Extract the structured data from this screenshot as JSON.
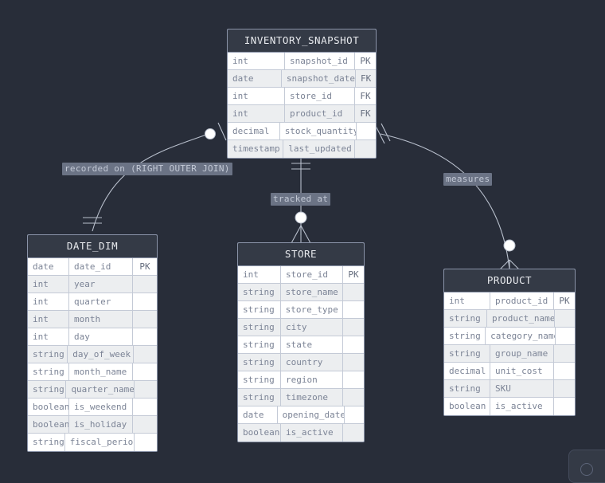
{
  "diagram": {
    "type": "entity-relationship-diagram",
    "background_color": "#282d39",
    "header_color": "#343a46",
    "row_alt_color": "#eceef0",
    "border_color": "#8a93a8",
    "text_color": "#7c8496",
    "edge_color": "#b8bfcc",
    "label_bg_color": "#6b7385"
  },
  "entities": [
    {
      "id": "inventory_snapshot",
      "name": "INVENTORY_SNAPSHOT",
      "attributes": [
        {
          "type": "int",
          "name": "snapshot_id",
          "key": "PK"
        },
        {
          "type": "date",
          "name": "snapshot_date",
          "key": "FK"
        },
        {
          "type": "int",
          "name": "store_id",
          "key": "FK"
        },
        {
          "type": "int",
          "name": "product_id",
          "key": "FK"
        },
        {
          "type": "decimal",
          "name": "stock_quantity",
          "key": ""
        },
        {
          "type": "timestamp",
          "name": "last_updated",
          "key": ""
        }
      ]
    },
    {
      "id": "date_dim",
      "name": "DATE_DIM",
      "attributes": [
        {
          "type": "date",
          "name": "date_id",
          "key": "PK"
        },
        {
          "type": "int",
          "name": "year",
          "key": ""
        },
        {
          "type": "int",
          "name": "quarter",
          "key": ""
        },
        {
          "type": "int",
          "name": "month",
          "key": ""
        },
        {
          "type": "int",
          "name": "day",
          "key": ""
        },
        {
          "type": "string",
          "name": "day_of_week",
          "key": ""
        },
        {
          "type": "string",
          "name": "month_name",
          "key": ""
        },
        {
          "type": "string",
          "name": "quarter_name",
          "key": ""
        },
        {
          "type": "boolean",
          "name": "is_weekend",
          "key": ""
        },
        {
          "type": "boolean",
          "name": "is_holiday",
          "key": ""
        },
        {
          "type": "string",
          "name": "fiscal_period",
          "key": ""
        }
      ]
    },
    {
      "id": "store",
      "name": "STORE",
      "attributes": [
        {
          "type": "int",
          "name": "store_id",
          "key": "PK"
        },
        {
          "type": "string",
          "name": "store_name",
          "key": ""
        },
        {
          "type": "string",
          "name": "store_type",
          "key": ""
        },
        {
          "type": "string",
          "name": "city",
          "key": ""
        },
        {
          "type": "string",
          "name": "state",
          "key": ""
        },
        {
          "type": "string",
          "name": "country",
          "key": ""
        },
        {
          "type": "string",
          "name": "region",
          "key": ""
        },
        {
          "type": "string",
          "name": "timezone",
          "key": ""
        },
        {
          "type": "date",
          "name": "opening_date",
          "key": ""
        },
        {
          "type": "boolean",
          "name": "is_active",
          "key": ""
        }
      ]
    },
    {
      "id": "product",
      "name": "PRODUCT",
      "attributes": [
        {
          "type": "int",
          "name": "product_id",
          "key": "PK"
        },
        {
          "type": "string",
          "name": "product_name",
          "key": ""
        },
        {
          "type": "string",
          "name": "category_name",
          "key": ""
        },
        {
          "type": "string",
          "name": "group_name",
          "key": ""
        },
        {
          "type": "decimal",
          "name": "unit_cost",
          "key": ""
        },
        {
          "type": "string",
          "name": "SKU",
          "key": ""
        },
        {
          "type": "boolean",
          "name": "is_active",
          "key": ""
        }
      ]
    }
  ],
  "relationships": [
    {
      "id": "rel_date",
      "label": "recorded on (RIGHT OUTER JOIN)",
      "from": "inventory_snapshot",
      "to": "date_dim",
      "from_cardinality": "zero-or-one",
      "to_cardinality": "exactly-one"
    },
    {
      "id": "rel_store",
      "label": "tracked at",
      "from": "inventory_snapshot",
      "to": "store",
      "from_cardinality": "exactly-one",
      "to_cardinality": "zero-or-many"
    },
    {
      "id": "rel_product",
      "label": "measures",
      "from": "inventory_snapshot",
      "to": "product",
      "from_cardinality": "exactly-one",
      "to_cardinality": "zero-or-many"
    }
  ]
}
